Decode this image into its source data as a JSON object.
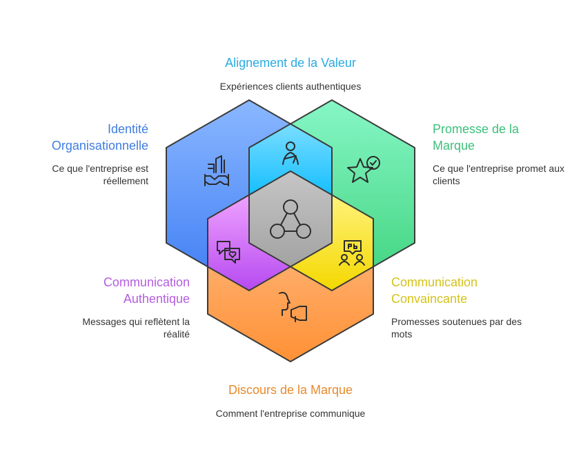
{
  "sections": {
    "value": {
      "title": "Alignement de la Valeur",
      "desc": "Expériences clients authentiques",
      "color": "#29ABE2",
      "icon": "person-meditating-icon"
    },
    "identity": {
      "title": "Identité Organisationnelle",
      "desc": "Ce que l'entreprise est réellement",
      "color": "#3F7DE0",
      "icon": "building-handshake-icon"
    },
    "promise": {
      "title": "Promesse de la Marque",
      "desc": "Ce que l'entreprise promet aux clients",
      "color": "#3CC07A",
      "icon": "star-check-icon"
    },
    "authentic": {
      "title": "Communication Authentique",
      "desc": "Messages qui reflètent la réalité",
      "color": "#B55DE0",
      "icon": "chat-heart-icon"
    },
    "convincing": {
      "title": "Communication Convaincante",
      "desc": "Promesses soutenues par des mots",
      "color": "#D4C31A",
      "icon": "people-chat-icon"
    },
    "discourse": {
      "title": "Discours de la Marque",
      "desc": "Comment l'entreprise communique",
      "color": "#E88A2D",
      "icon": "speaking-megaphone-icon"
    }
  },
  "center": {
    "icon": "network-triangle-icon"
  }
}
